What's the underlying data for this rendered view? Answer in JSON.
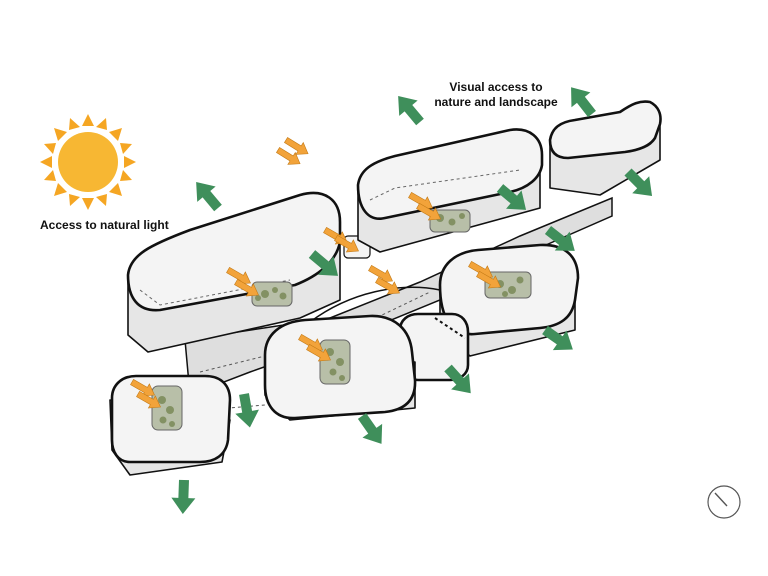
{
  "labels": {
    "natural_light": "Access to natural light",
    "visual_line1": "Visual access to",
    "visual_line2": "nature and landscape"
  },
  "icons": {
    "sun": "sun-icon",
    "light_arrow": "light-arrow-icon",
    "view_arrow": "view-arrow-icon",
    "north": "north-compass-icon"
  },
  "colors": {
    "sun_fill": "#f7b733",
    "sun_ray": "#f5a623",
    "light_arrow": "#f2a33a",
    "view_arrow": "#3f8f5b",
    "outline": "#111111",
    "block_fill": "#f4f4f4",
    "block_side": "#e4e4e4",
    "connector": "#dedede",
    "planting": "#8c9a6a"
  }
}
